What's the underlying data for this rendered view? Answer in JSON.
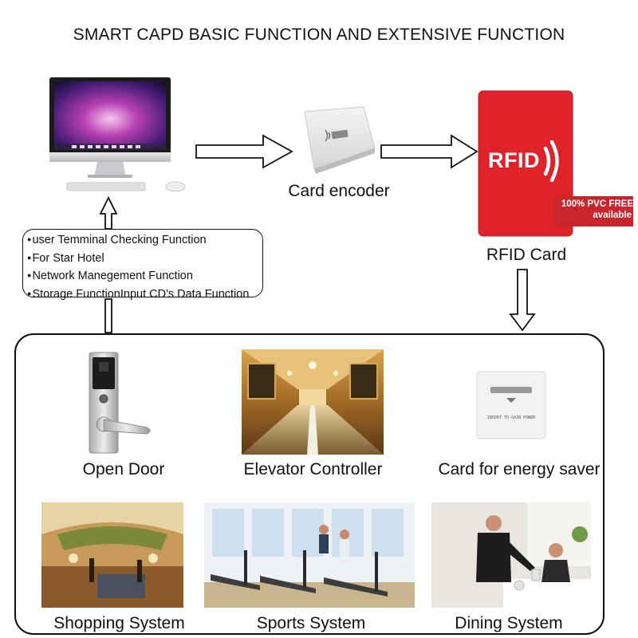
{
  "title": "SMART CAPD BASIC FUNCTION AND EXTENSIVE FUNCTION",
  "nodes": {
    "encoder_label": "Card encoder",
    "card_label": "RFID Card",
    "card_logo": "RFID",
    "card_badge_line1": "100% PVC FREE",
    "card_badge_line2": "available",
    "energy_slot_text": "INSERT TO GAIN POWER"
  },
  "functions": [
    "user Temminal Checking Function",
    "For Star Hotel",
    "Network Manegement Function",
    "Storage FunctionInput CD's Data Function"
  ],
  "applications": [
    "Open Door",
    "Elevator Controller",
    "Card for energy saver",
    "Shopping System",
    "Sports System",
    "Dining System"
  ],
  "colors": {
    "card_red": "#e0232b",
    "arrow_stroke": "#111111"
  }
}
